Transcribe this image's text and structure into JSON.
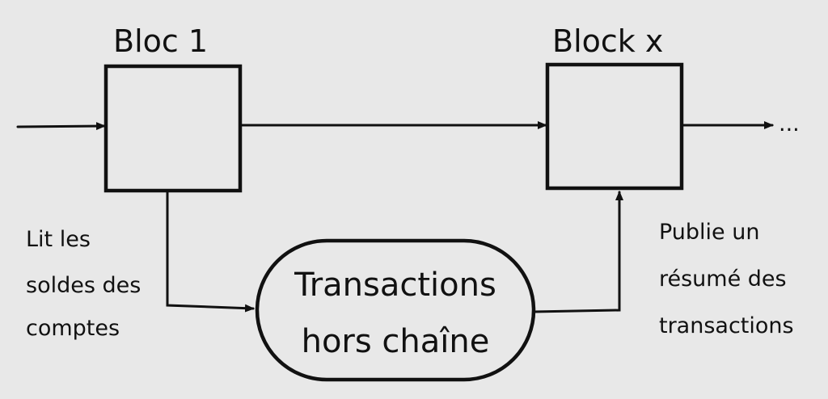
{
  "blocks": {
    "first": {
      "label": "Bloc 1"
    },
    "later": {
      "label": "Block x"
    }
  },
  "continuation": "...",
  "offchain": {
    "line1": "Transactions",
    "line2": "hors chaîne"
  },
  "left_note": {
    "lines": [
      "Lit les",
      "soldes des",
      "comptes"
    ]
  },
  "right_note": {
    "lines": [
      "Publie un",
      "résumé des",
      "transactions"
    ]
  }
}
